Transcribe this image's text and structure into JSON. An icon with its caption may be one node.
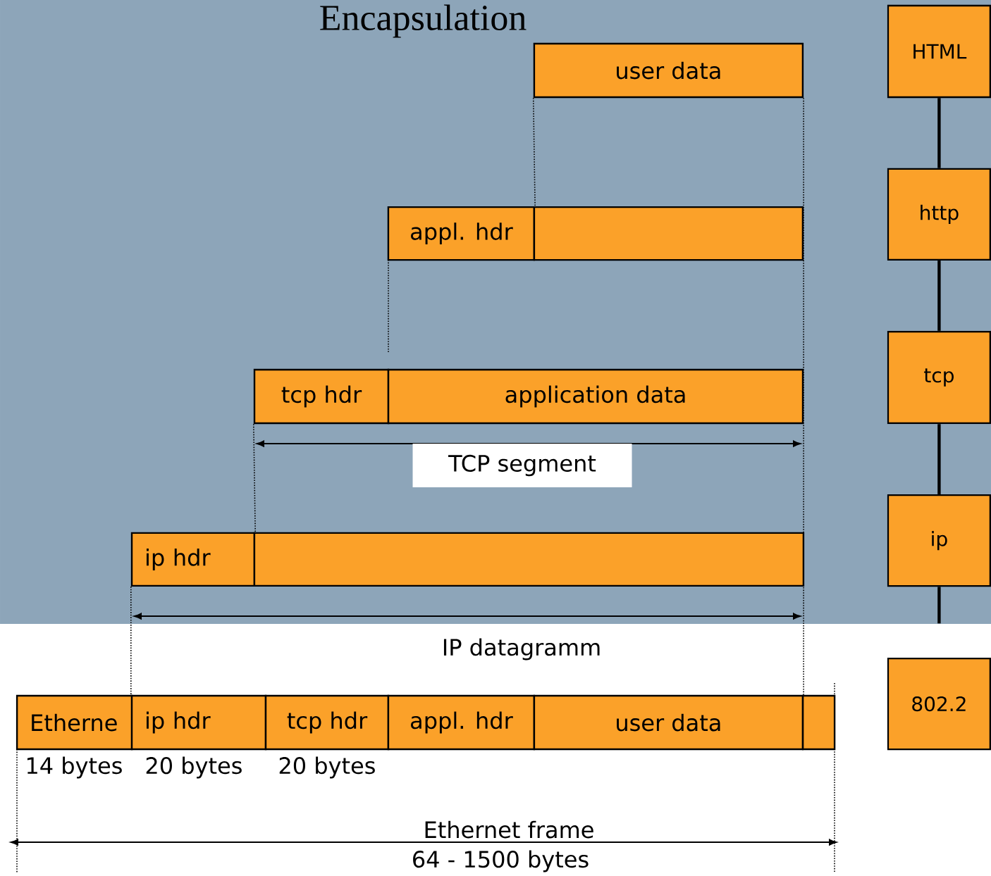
{
  "diagram": {
    "title": "Encapsulation",
    "nodes": [
      {
        "text": [
          "user data"
        ]
      },
      {
        "text": [
          "appl. hdr"
        ]
      },
      {
        "text": [],
        "shape": "box"
      },
      {
        "text": [
          "tcp hdr"
        ]
      },
      {
        "text": [
          "application data"
        ]
      },
      {
        "text": [
          "ip hdr"
        ]
      },
      {
        "text": [],
        "shape": "box"
      },
      {
        "text": [
          "Etherne"
        ]
      },
      {
        "text": [
          "ip hdr"
        ]
      },
      {
        "text": [
          "tcp hdr"
        ]
      },
      {
        "text": [
          "appl. hdr"
        ]
      },
      {
        "text": [
          "user data"
        ]
      },
      {
        "text": [],
        "shape": "box"
      },
      {
        "text": [
          "HTML"
        ]
      },
      {
        "text": [
          "http"
        ]
      },
      {
        "text": [
          "tcp"
        ]
      },
      {
        "text": [
          "ip"
        ]
      },
      {
        "text": [
          "802.2"
        ]
      }
    ],
    "edges": [
      {
        "from": 13,
        "to": 14,
        "arrow": "none",
        "style": "thick"
      },
      {
        "from": 14,
        "to": 15,
        "arrow": "none",
        "style": "thick"
      },
      {
        "from": 15,
        "to": 16,
        "arrow": "none",
        "style": "thick"
      },
      {
        "from": 16,
        "to": null,
        "arrow": "none",
        "style": "thick"
      },
      {
        "from": 0,
        "to": 1,
        "arrow": "none",
        "style": "dashed"
      },
      {
        "from": 0,
        "to": 11,
        "arrow": "none",
        "style": "dashed"
      },
      {
        "from": 3,
        "to": 5,
        "arrow": "none",
        "style": "dashed"
      },
      {
        "from": 5,
        "to": 8,
        "arrow": "none",
        "style": "dashed"
      }
    ],
    "labels": [
      "TCP segment",
      "IP datagramm",
      "14 bytes",
      "20 bytes",
      "20 bytes",
      "Ethernet frame",
      "64 - 1500 bytes"
    ]
  }
}
